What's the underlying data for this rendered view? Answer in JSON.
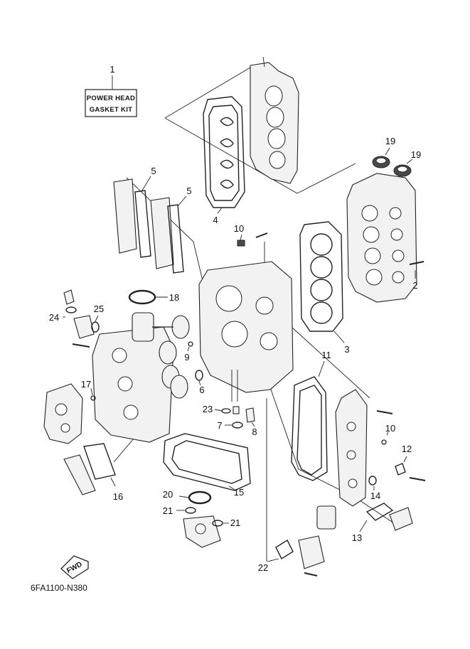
{
  "kit_box": {
    "line1": "POWER HEAD",
    "line2": "GASKET KIT"
  },
  "callouts": {
    "c1": "1",
    "c2": "2",
    "c3": "3",
    "c4": "4",
    "c5a": "5",
    "c5b": "5",
    "c6": "6",
    "c7": "7",
    "c8": "8",
    "c9": "9",
    "c10a": "10",
    "c10b": "10",
    "c11": "11",
    "c12": "12",
    "c13": "13",
    "c14": "14",
    "c15": "15",
    "c16": "16",
    "c17": "17",
    "c18": "18",
    "c19a": "19",
    "c19b": "19",
    "c20": "20",
    "c21a": "21",
    "c21b": "21",
    "c22": "22",
    "c23": "23",
    "c24": "24",
    "c25": "25"
  },
  "fwd_badge": "FWD",
  "diagram_code": "6FA1100-N380"
}
